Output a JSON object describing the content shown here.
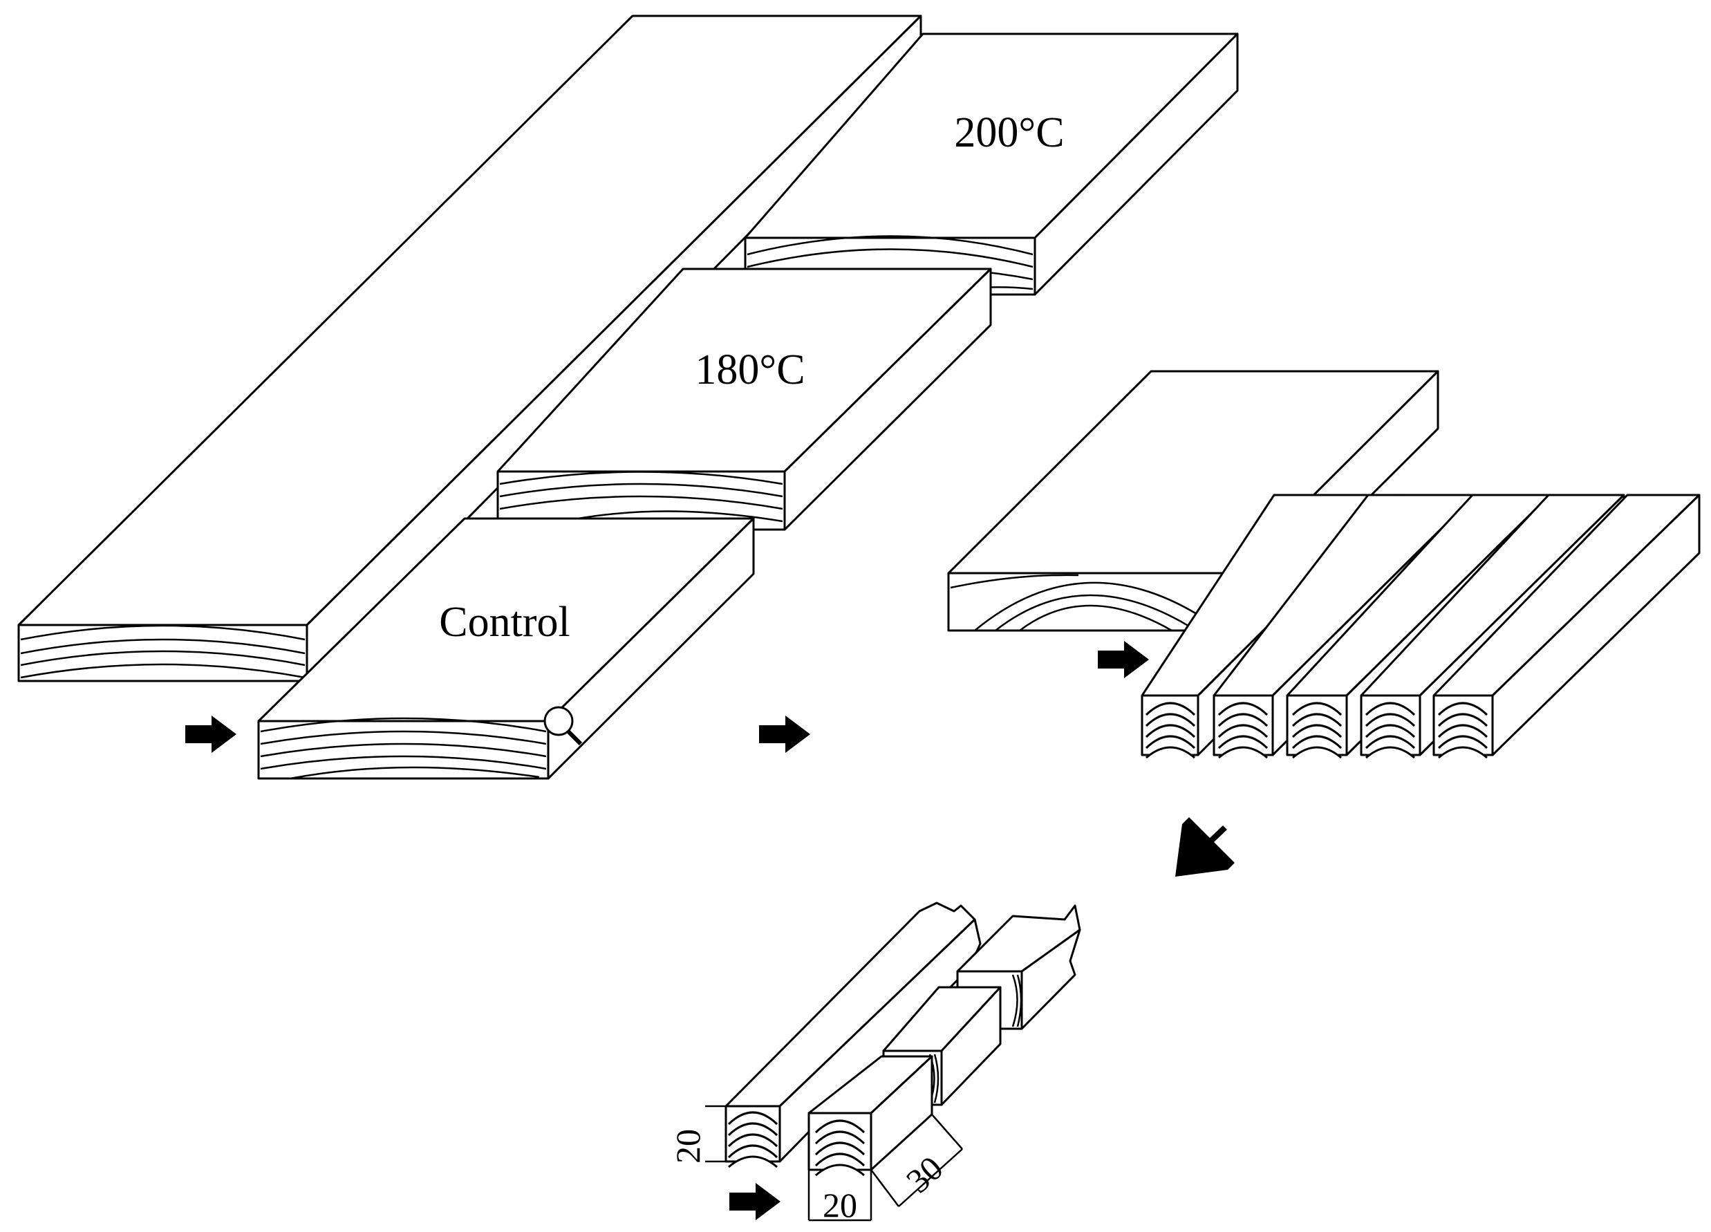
{
  "labels": {
    "control": "Control",
    "t180": "180°C",
    "t200": "200°C"
  },
  "dimensions": {
    "height": "20",
    "width": "20",
    "length": "30"
  },
  "icons": {
    "process_arrow": "arrow-right-icon",
    "diagonal_arrow": "arrow-down-left-icon",
    "magnifier": "magnifier-icon"
  },
  "colors": {
    "stroke": "#000000",
    "fill": "#ffffff"
  }
}
